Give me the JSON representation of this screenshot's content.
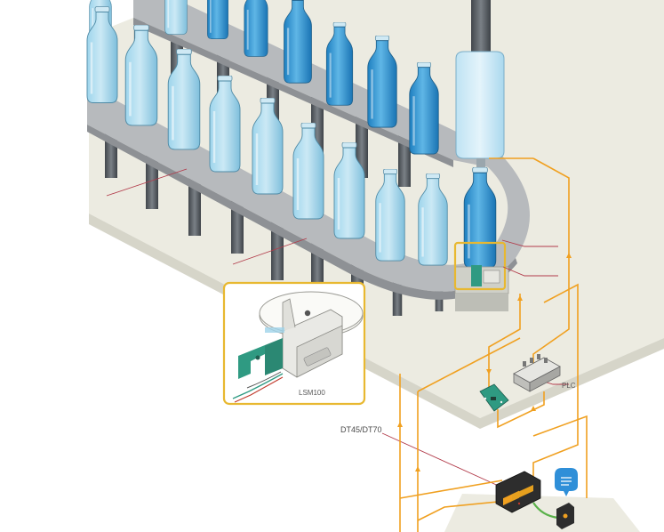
{
  "labels": {
    "load_cell": "LSM100",
    "transmitter": "DT45/DT70",
    "controller": "PLC"
  },
  "colors": {
    "signal_line": "#f0a020",
    "callout_line": "#b23b4a",
    "inset_frame": "#e8b830",
    "platform": "#ecebe1",
    "bottle_fill": "#7ec6e6",
    "bottle_fill_full": "#2b93d1",
    "conveyor": "#b7babd",
    "pillar": "#5c6166",
    "bracket": "#2f9a82",
    "phone_icon": "#2f8fd8"
  },
  "icons": [
    "wifi-phone-icon",
    "plug-icon"
  ]
}
